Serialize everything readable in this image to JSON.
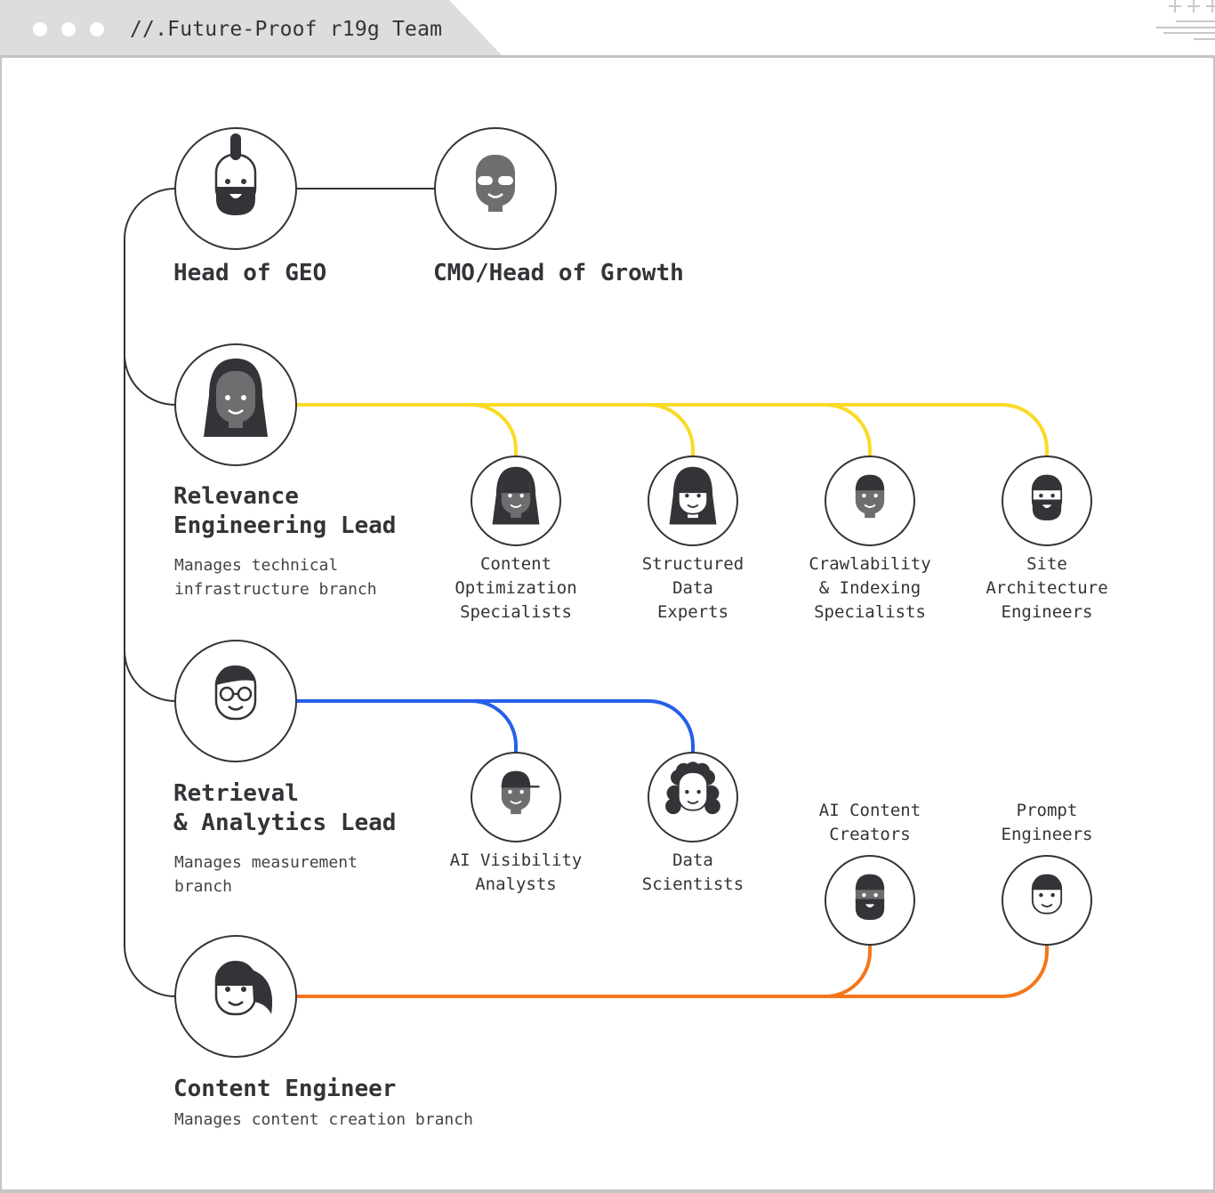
{
  "window": {
    "title": "//.Future-Proof r19g Team",
    "controls": [
      "dot",
      "dot",
      "dot"
    ]
  },
  "colors": {
    "line_dark": "#333438",
    "relevance": "#FADA24",
    "retrieval": "#2460E8",
    "content": "#F5761A",
    "frame": "#c4c4c4",
    "tab": "#dddddd"
  },
  "executives": [
    {
      "id": "head-of-geo",
      "title": "Head of GEO",
      "avatar": "bearded-man-mohawk-avatar"
    },
    {
      "id": "cmo",
      "title": "CMO/Head of Growth",
      "avatar": "bald-man-sunglasses-blazer-avatar"
    }
  ],
  "leads": [
    {
      "id": "relevance",
      "title_lines": [
        "Relevance",
        "Engineering Lead"
      ],
      "description_lines": [
        "Manages technical",
        "infrastructure branch"
      ],
      "avatar": "long-hair-woman-avatar",
      "color_key": "relevance",
      "members": [
        {
          "lines": [
            "Content",
            "Optimization",
            "Specialists"
          ],
          "avatar": "woman-striped-shirt-avatar"
        },
        {
          "lines": [
            "Structured",
            "Data",
            "Experts"
          ],
          "avatar": "woman-bangs-avatar"
        },
        {
          "lines": [
            "Crawlability",
            "& Indexing",
            "Specialists"
          ],
          "avatar": "man-curly-hair-avatar"
        },
        {
          "lines": [
            "Site",
            "Architecture",
            "Engineers"
          ],
          "avatar": "bearded-man-avatar"
        }
      ]
    },
    {
      "id": "retrieval",
      "title_lines": [
        "Retrieval",
        "& Analytics Lead"
      ],
      "description_lines": [
        "Manages measurement",
        "branch"
      ],
      "avatar": "man-glasses-avatar",
      "color_key": "retrieval",
      "members": [
        {
          "lines": [
            "AI Visibility",
            "Analysts"
          ],
          "avatar": "man-cap-avatar"
        },
        {
          "lines": [
            "Data",
            "Scientists"
          ],
          "avatar": "woman-curly-hair-avatar"
        }
      ]
    },
    {
      "id": "content",
      "title_lines": [
        "Content Engineer"
      ],
      "description_lines": [
        "Manages content creation branch"
      ],
      "avatar": "woman-ponytail-avatar",
      "color_key": "content",
      "members": [
        {
          "lines": [
            "AI Content",
            "Creators"
          ],
          "avatar": "bearded-man-headset-avatar"
        },
        {
          "lines": [
            "Prompt",
            "Engineers"
          ],
          "avatar": "young-man-avatar"
        }
      ]
    }
  ]
}
